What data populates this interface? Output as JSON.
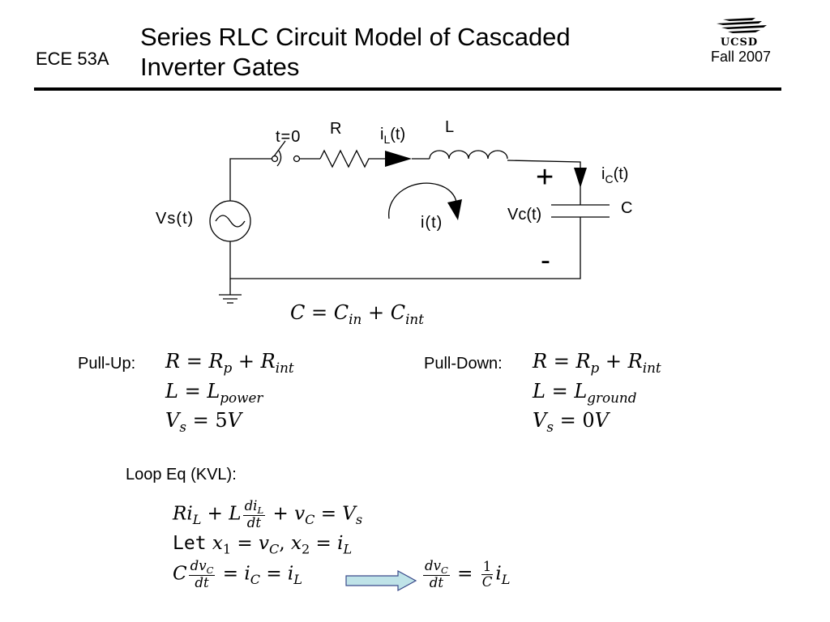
{
  "header": {
    "course": "ECE 53A",
    "title_line1": "Series RLC Circuit Model of Cascaded",
    "title_line2": "Inverter Gates",
    "term": "Fall 2007",
    "logo_text": "UCSD"
  },
  "circuit": {
    "switch_label": "t=0",
    "resistor_label": "R",
    "inductor_current_label": "i",
    "inductor_current_sub": "L",
    "inductor_current_arg": "(t)",
    "inductor_label": "L",
    "cap_current_label": "i",
    "cap_current_sub": "C",
    "cap_current_arg": "(t)",
    "plus_sign": "+",
    "minus_sign": "-",
    "cap_voltage_label": "Vc(t)",
    "cap_label": "C",
    "source_label": "Vs(t)",
    "loop_current_label": "i(t)"
  },
  "equations": {
    "cap_eq": {
      "lhs": "C",
      "a": "C",
      "a_sub": "in",
      "b": "C",
      "b_sub": "int"
    },
    "pullup": {
      "label": "Pull-Up:",
      "line1": {
        "lhs": "R",
        "a": "R",
        "a_sub": "p",
        "b": "R",
        "b_sub": "int"
      },
      "line2": {
        "lhs": "L",
        "a": "L",
        "a_sub": "power"
      },
      "line3": {
        "lhs": "V",
        "lhs_sub": "s",
        "val": "5",
        "unit": "V"
      }
    },
    "pulldown": {
      "label": "Pull-Down:",
      "line1": {
        "lhs": "R",
        "a": "R",
        "a_sub": "p",
        "b": "R",
        "b_sub": "int"
      },
      "line2": {
        "lhs": "L",
        "a": "L",
        "a_sub": "ground"
      },
      "line3": {
        "lhs": "V",
        "lhs_sub": "s",
        "val": "0",
        "unit": "V"
      }
    },
    "loop_label": "Loop Eq (KVL):",
    "let_word": "Let",
    "kvl": {
      "t1": "R",
      "t1_i": "i",
      "t1_sub": "L",
      "t2": "L",
      "frac_num": "di",
      "frac_num_sub": "L",
      "frac_den": "dt",
      "t3": "v",
      "t3_sub": "C",
      "rhs": "V",
      "rhs_sub": "s"
    },
    "let": {
      "x1": "x",
      "x1_sub": "1",
      "x1_rhs": "v",
      "x1_rhs_sub": "C",
      "x2": "x",
      "x2_sub": "2",
      "x2_rhs": "i",
      "x2_rhs_sub": "L"
    },
    "cap": {
      "c": "C",
      "num": "dv",
      "num_sub": "C",
      "den": "dt",
      "ic": "i",
      "ic_sub": "C",
      "il": "i",
      "il_sub": "L"
    },
    "result": {
      "num": "dv",
      "num_sub": "C",
      "den": "dt",
      "one": "1",
      "c": "C",
      "il": "i",
      "il_sub": "L"
    }
  },
  "colors": {
    "arrow_fill": "#bfe3e8",
    "arrow_stroke": "#3a4a8a"
  }
}
